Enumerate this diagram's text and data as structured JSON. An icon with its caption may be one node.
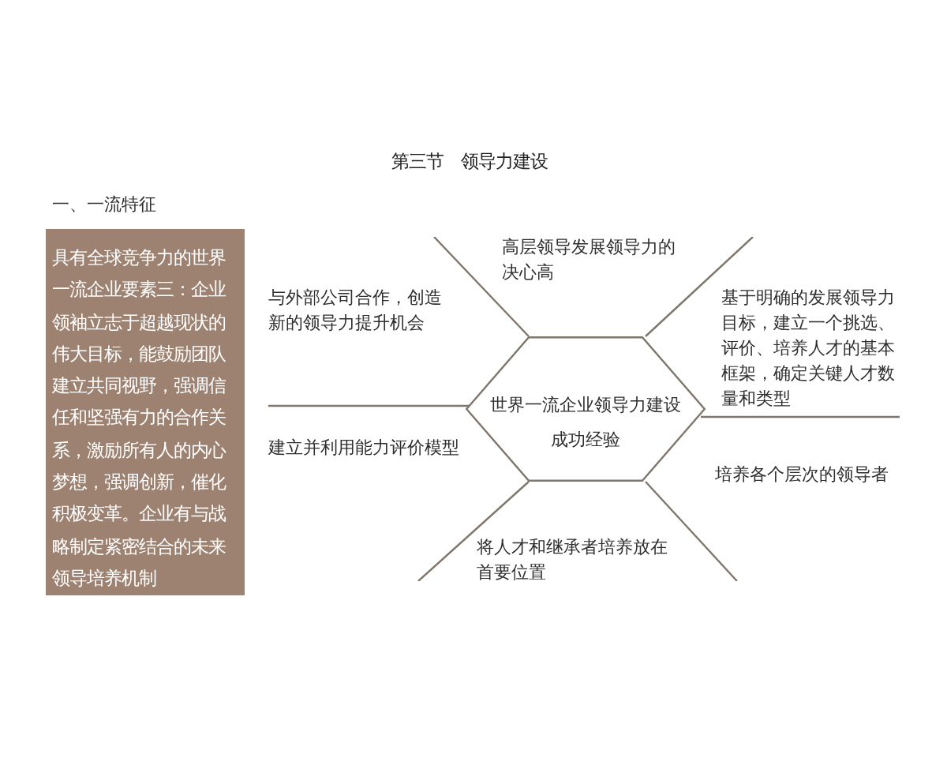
{
  "diagram": {
    "title": "第三节　领导力建设",
    "nodes": [
      {
        "text": [
          "具有全球竞争力的世界一流企业要素三：企业领袖立志于超越现状的伟大目标，能鼓励团队建立共同视野，强调信任和坚强有力的合作关系，激励所有人的内心梦想，强调创新，催化积极变革。企业有与战略制定紧密结合的未来领导培养机制"
        ]
      },
      {
        "text": [
          "世界一流企业领导力建设成功经验"
        ]
      }
    ],
    "labels": [
      "一、一流特征",
      "高层领导发展领导力的决心高",
      "与外部公司合作，创造新的领导力提升机会",
      "基于明确的发展领导力目标，建立一个挑选、评价、培养人才的基本框架，确定关键人才数量和类型",
      "建立并利用能力评价模型",
      "培养各个层次的领导者",
      "将人才和继承者培养放在首要位置"
    ]
  }
}
